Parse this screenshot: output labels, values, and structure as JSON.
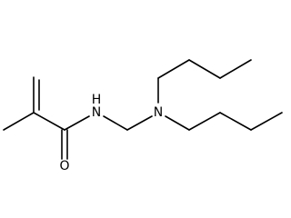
{
  "molecule": {
    "atoms": {
      "nh": "N",
      "h_on_n": "H",
      "oxygen": "O",
      "tertiary_n": "N"
    },
    "colors": {
      "bond": "#000000",
      "text": "#000000",
      "background": "#ffffff"
    }
  }
}
